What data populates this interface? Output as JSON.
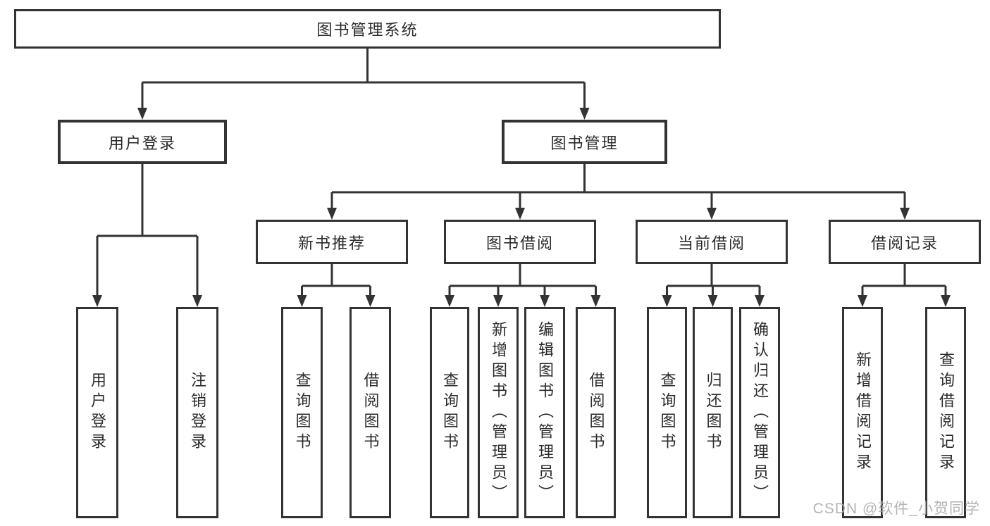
{
  "diagram": {
    "root": {
      "label": "图书管理系统"
    },
    "level2": {
      "user_login": {
        "label": "用户登录"
      },
      "book_management": {
        "label": "图书管理"
      }
    },
    "level3": {
      "new_book_recommend": {
        "label": "新书推荐"
      },
      "book_borrowing": {
        "label": "图书借阅"
      },
      "current_borrowing": {
        "label": "当前借阅"
      },
      "borrowing_records": {
        "label": "借阅记录"
      }
    },
    "leaves": {
      "user_login": "用户登录",
      "logout": "注销登录",
      "recommend_query_books": "查询图书",
      "recommend_borrow_books": "借阅图书",
      "borrowing_query_books": "查询图书",
      "borrowing_add_books_admin": "新增图书（管理员）",
      "borrowing_edit_books_admin": "编辑图书（管理员）",
      "borrowing_borrow_books": "借阅图书",
      "current_query_books": "查询图书",
      "current_return_books": "归还图书",
      "current_confirm_return_admin": "确认归还（管理员）",
      "records_add_borrow_record": "新增借阅记录",
      "records_query_borrow_record": "查询借阅记录"
    }
  },
  "watermark": {
    "text": "CSDN @软件_小贺同学"
  },
  "colors": {
    "line": "#333333",
    "box_border": "#333333",
    "text": "#2b2b2b",
    "background": "#ffffff",
    "watermark": "#acacb4"
  }
}
